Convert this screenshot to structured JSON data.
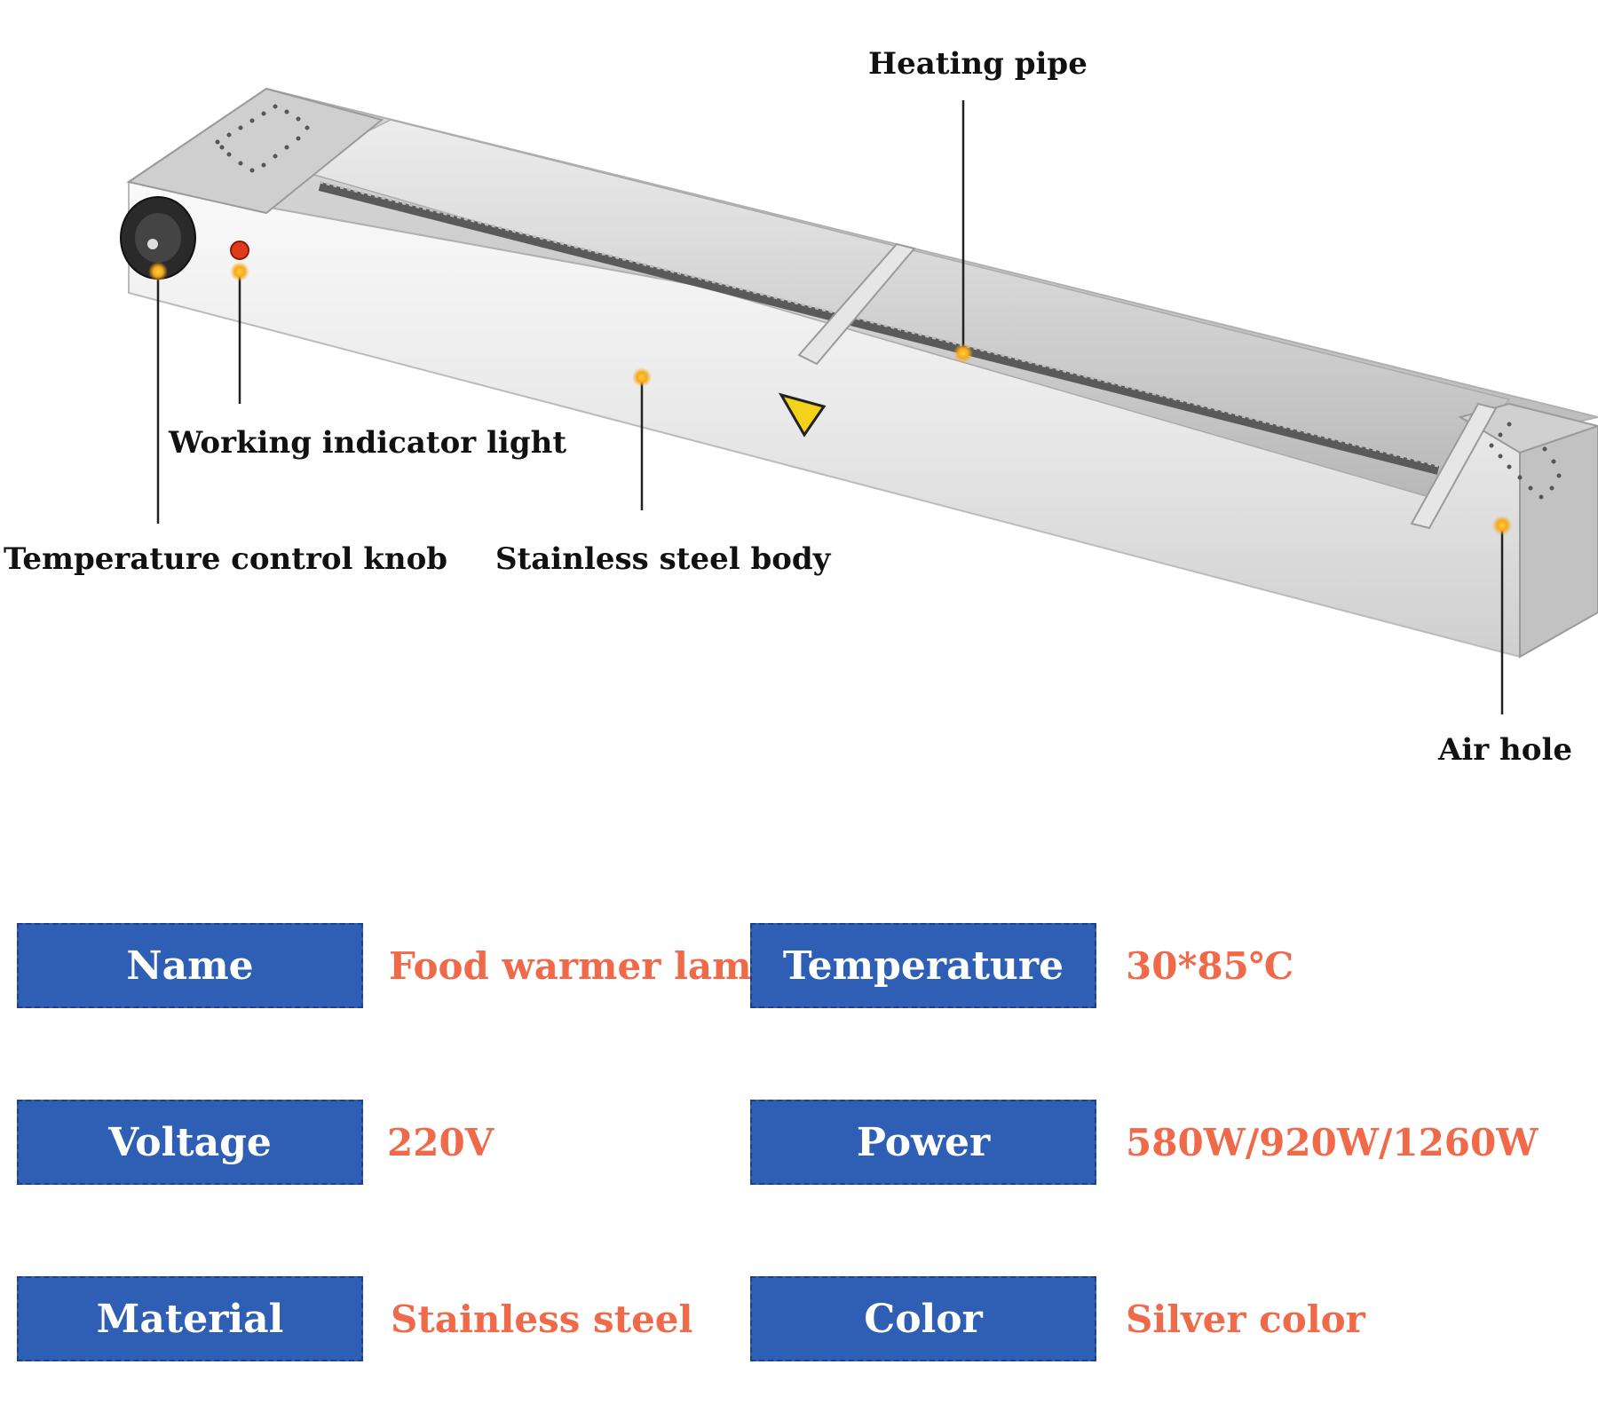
{
  "callouts": {
    "heating_pipe": "Heating pipe",
    "working_indicator_light": "Working indicator light",
    "temperature_control_knob": "Temperature control knob",
    "stainless_steel_body": "Stainless steel body",
    "air_hole": "Air hole"
  },
  "specs": [
    {
      "label": "Name",
      "value": "Food warmer lamp"
    },
    {
      "label": "Temperature",
      "value": "30*85℃"
    },
    {
      "label": "Voltage",
      "value": "220V"
    },
    {
      "label": "Power",
      "value": "580W/920W/1260W"
    },
    {
      "label": "Material",
      "value": "Stainless steel"
    },
    {
      "label": "Color",
      "value": "Silver color"
    }
  ],
  "colors": {
    "label_bg": "#2f5fb5",
    "label_text": "#ffffff",
    "value_text": "#f06a4a",
    "callout_text": "#111111",
    "marker": "#f7a81b"
  }
}
